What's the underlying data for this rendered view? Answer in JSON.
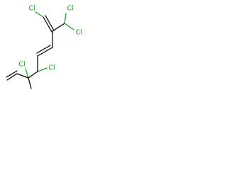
{
  "molecule": {
    "atom_labels": [
      "Cl",
      "Cl",
      "Cl",
      "Cl",
      "Cl"
    ],
    "colors": {
      "bond": "#000000",
      "chlorine": "#1aa31a",
      "background": "#ffffff"
    }
  }
}
